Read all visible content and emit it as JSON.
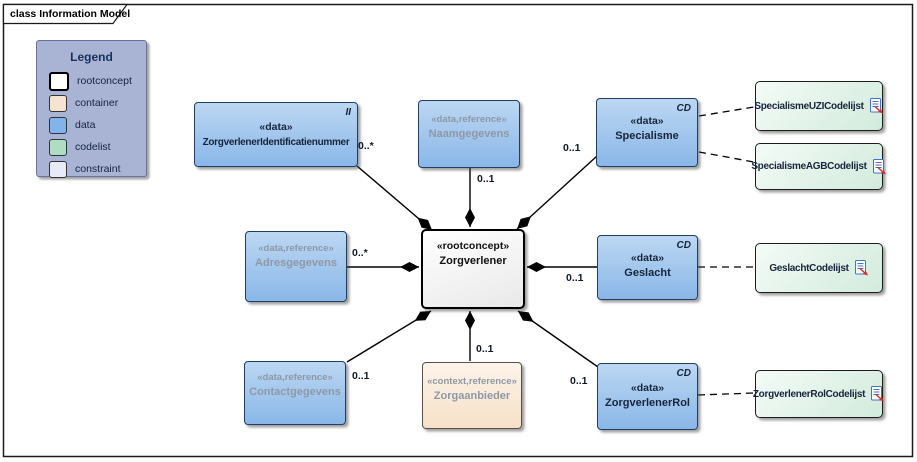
{
  "frame": {
    "title": "class Information Model"
  },
  "legend": {
    "title": "Legend",
    "items": [
      {
        "label": "rootconcept",
        "color": "#ffffff"
      },
      {
        "label": "container",
        "color": "#f7e4d0"
      },
      {
        "label": "data",
        "color": "#7fb5ec"
      },
      {
        "label": "codelist",
        "color": "#aeddc2"
      },
      {
        "label": "constraint",
        "color": "#e9eaf8"
      }
    ]
  },
  "nodes": {
    "zorgverlener": {
      "stereotype": "«rootconcept»",
      "name": "Zorgverlener"
    },
    "identificatienummer": {
      "stereotype": "«data»",
      "name": "ZorgverlenerIdentificatienummer",
      "marker": "II"
    },
    "naamgegevens": {
      "stereotype": "«data,reference»",
      "name": "Naamgegevens"
    },
    "specialisme": {
      "stereotype": "«data»",
      "name": "Specialisme",
      "marker": "CD"
    },
    "adresgegevens": {
      "stereotype": "«data,reference»",
      "name": "Adresgegevens"
    },
    "geslacht": {
      "stereotype": "«data»",
      "name": "Geslacht",
      "marker": "CD"
    },
    "contactgegevens": {
      "stereotype": "«data,reference»",
      "name": "Contactgegevens"
    },
    "zorgaanbieder": {
      "stereotype": "«context,reference»",
      "name": "Zorgaanbieder"
    },
    "zorgverlenerrol": {
      "stereotype": "«data»",
      "name": "ZorgverlenerRol",
      "marker": "CD"
    }
  },
  "codelists": [
    {
      "name": "SpecialismeUZICodelijst"
    },
    {
      "name": "SpecialismeAGBCodelijst"
    },
    {
      "name": "GeslachtCodelijst"
    },
    {
      "name": "ZorgverlenerRolCodelijst"
    }
  ],
  "multiplicities": {
    "identificatienummer": "0..*",
    "naamgegevens": "0..1",
    "specialisme": "0..1",
    "adresgegevens": "0..*",
    "geslacht": "0..1",
    "contactgegevens": "0..1",
    "zorgaanbieder": "0..1",
    "zorgverlenerrol": "0..1"
  }
}
